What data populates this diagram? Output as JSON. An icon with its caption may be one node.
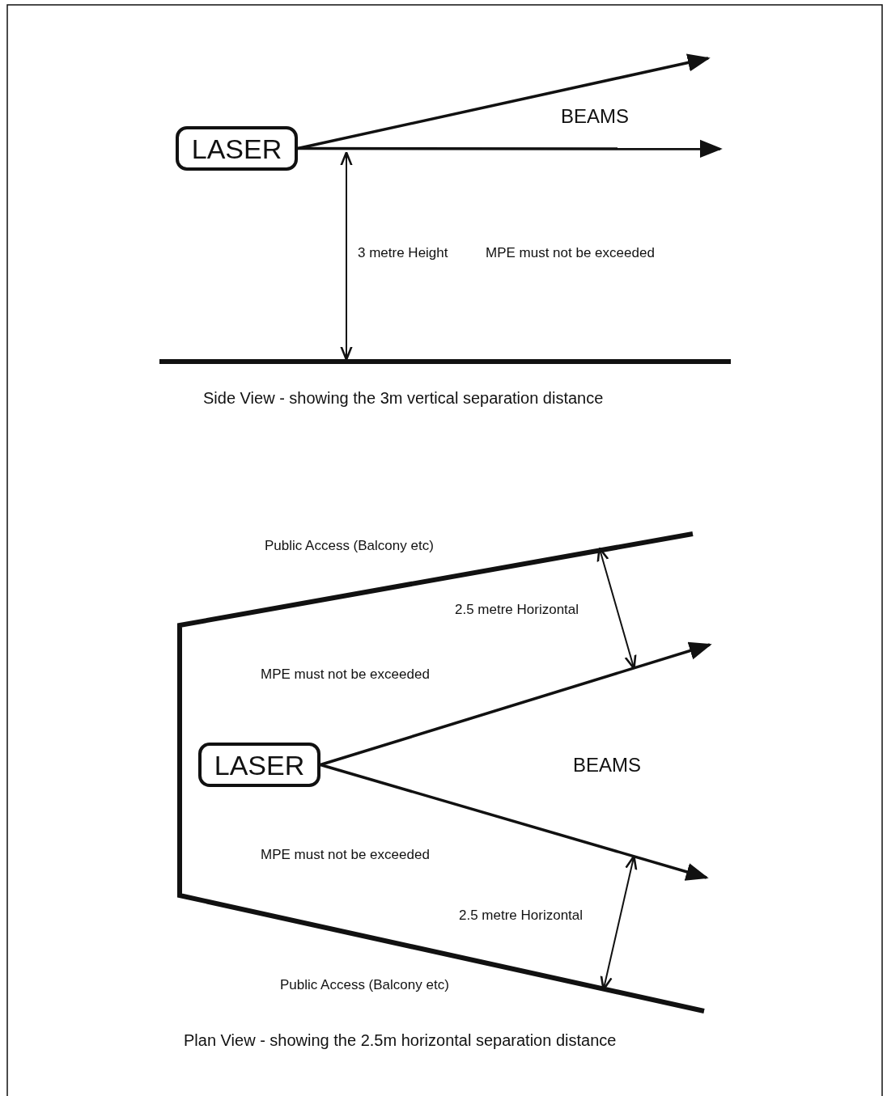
{
  "diagram": {
    "nodes": [
      {
        "text": [
          "LASER"
        ]
      },
      {
        "text": [
          "LASER"
        ]
      }
    ],
    "edges": [
      {
        "from": 0,
        "to": null,
        "arrow": "to"
      },
      {
        "from": 0,
        "to": null,
        "arrow": "to"
      },
      {
        "from": 1,
        "to": null,
        "arrow": "to"
      },
      {
        "from": 1,
        "to": null,
        "arrow": "to"
      }
    ],
    "labels": [
      "BEAMS",
      "3 metre Height",
      "MPE must not be exceeded",
      "Side View - showing the 3m vertical separation distance",
      "Public Access (Balcony etc)",
      "2.5 metre Horizontal",
      "MPE must not be exceeded",
      "BEAMS",
      "MPE must not be exceeded",
      "2.5 metre Horizontal",
      "Public Access (Balcony etc)",
      "Plan View - showing the 2.5m horizontal separation distance"
    ]
  }
}
